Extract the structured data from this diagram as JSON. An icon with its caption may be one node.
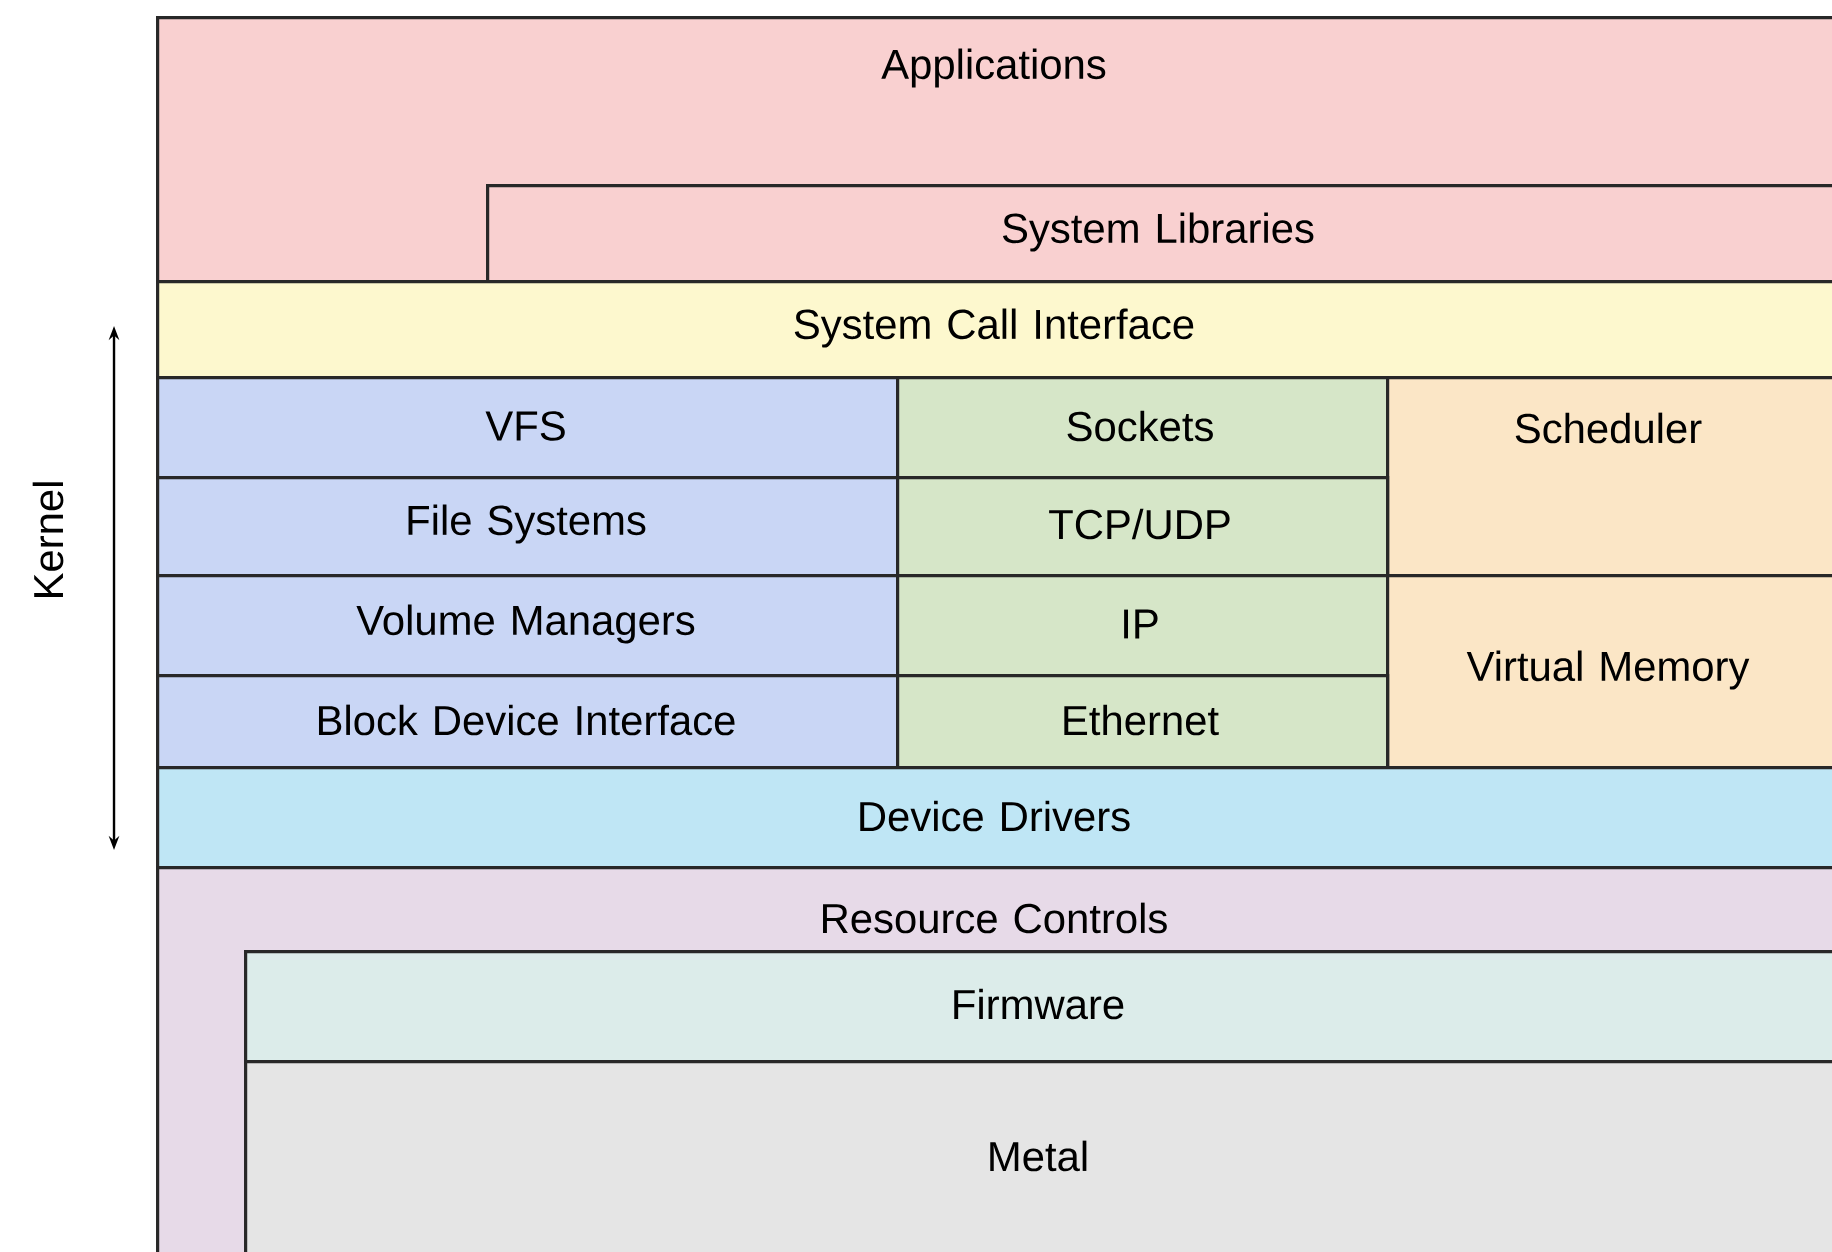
{
  "diagram": {
    "nodes": [
      {
        "text": [
          "Applications"
        ]
      },
      {
        "text": [
          "System Libraries"
        ],
        "in": 0
      },
      {
        "text": [
          "System Call Interface"
        ]
      },
      {
        "text": [
          "VFS"
        ]
      },
      {
        "text": [
          "Sockets"
        ]
      },
      {
        "text": [
          "Scheduler"
        ]
      },
      {
        "text": [
          "File Systems"
        ]
      },
      {
        "text": [
          "TCP/UDP"
        ]
      },
      {
        "text": [
          "Volume Managers"
        ]
      },
      {
        "text": [
          "IP"
        ]
      },
      {
        "text": [
          "Virtual Memory"
        ]
      },
      {
        "text": [
          "Block Device Interface"
        ]
      },
      {
        "text": [
          "Ethernet"
        ]
      },
      {
        "text": [
          "Device Drivers"
        ]
      },
      {
        "text": [
          "Resource Controls"
        ]
      },
      {
        "text": [
          "Firmware"
        ],
        "in": 14
      },
      {
        "text": [
          "Metal"
        ],
        "in": 14
      }
    ],
    "labels": [
      "Kernel"
    ]
  }
}
